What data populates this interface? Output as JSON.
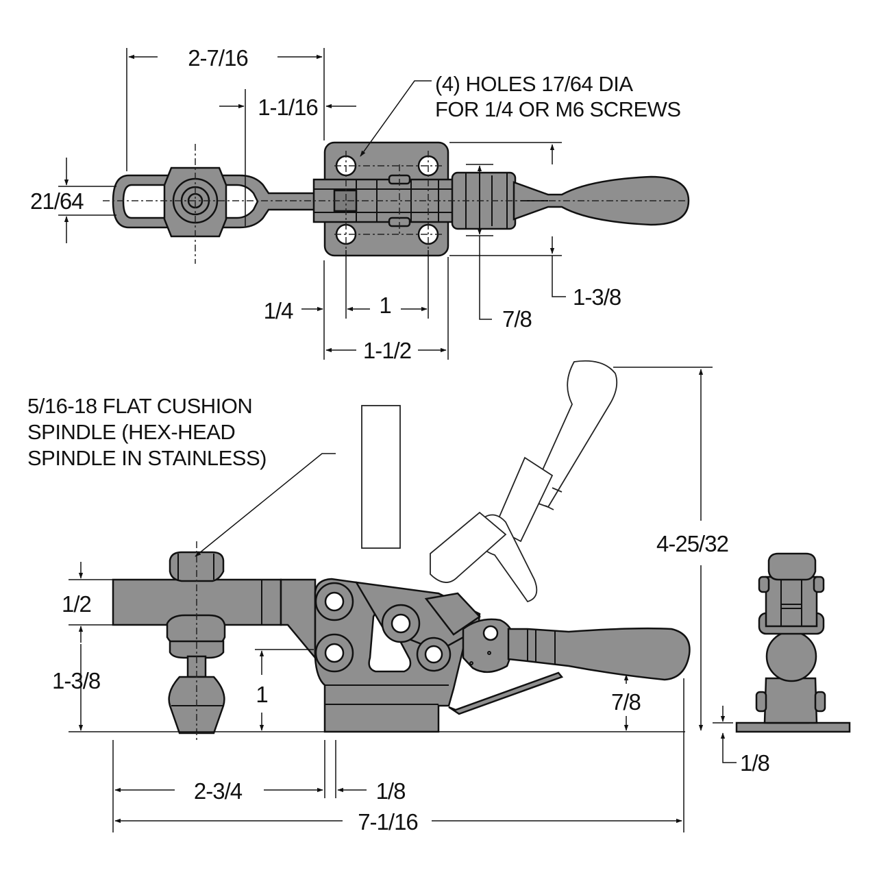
{
  "notes": {
    "holes_line1": "(4) HOLES 17/64 DIA",
    "holes_line2": "FOR 1/4 OR M6 SCREWS",
    "spindle_line1": "5/16-18 FLAT CUSHION",
    "spindle_line2": "SPINDLE (HEX-HEAD",
    "spindle_line3": "SPINDLE IN STAINLESS)"
  },
  "top_view": {
    "dim_2_7_16": "2-7/16",
    "dim_1_1_16": "1-1/16",
    "dim_21_64": "21/64",
    "dim_1_4": "1/4",
    "dim_1": "1",
    "dim_1_1_2": "1-1/2",
    "dim_7_8": "7/8",
    "dim_1_3_8": "1-3/8"
  },
  "side_view": {
    "dim_1_2": "1/2",
    "dim_1_3_8": "1-3/8",
    "dim_1": "1",
    "dim_7_8": "7/8",
    "dim_4_25_32": "4-25/32",
    "dim_2_3_4": "2-3/4",
    "dim_1_8_base": "1/8",
    "dim_7_1_16": "7-1/16"
  },
  "end_view": {
    "dim_1_8": "1/8"
  },
  "colors": {
    "part_fill": "#8f8f8f",
    "line": "#111111",
    "background": "#ffffff"
  }
}
